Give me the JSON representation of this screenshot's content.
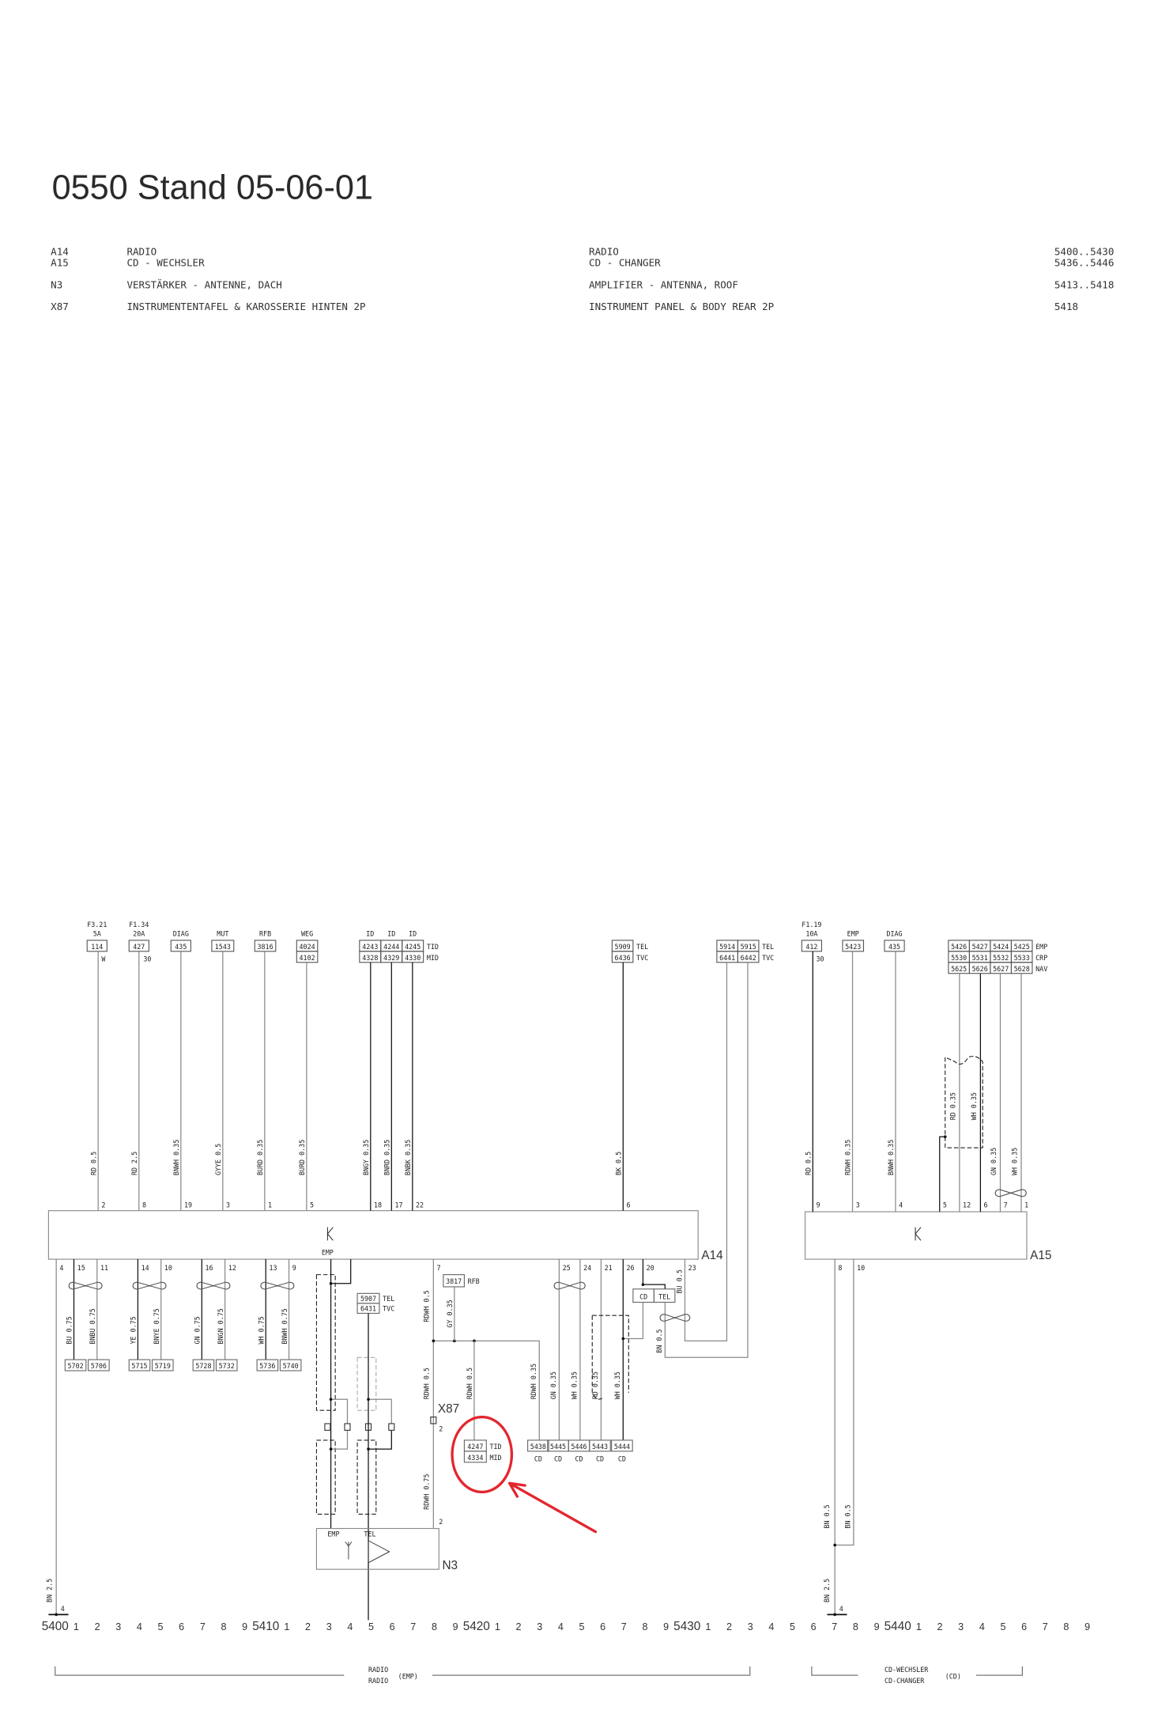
{
  "title": "0550 Stand 05-06-01",
  "legend": [
    {
      "code": "A14",
      "de": "RADIO",
      "en": "RADIO",
      "ref": "5400..5430"
    },
    {
      "code": "A15",
      "de": "CD - WECHSLER",
      "en": "CD - CHANGER",
      "ref": "5436..5446"
    },
    {
      "code": "N3",
      "de": "VERSTÄRKER - ANTENNE, DACH",
      "en": "AMPLIFIER - ANTENNA, ROOF",
      "ref": "5413..5418"
    },
    {
      "code": "X87",
      "de": "INSTRUMENTENTAFEL & KAROSSERIE HINTEN 2P",
      "en": "INSTRUMENT PANEL & BODY REAR 2P",
      "ref": "5418"
    }
  ],
  "top_refs": [
    {
      "head": [
        "F3.21",
        "5A"
      ],
      "grid": [
        [
          "114"
        ]
      ],
      "pin": "W"
    },
    {
      "head": [
        "F1.34",
        "20A"
      ],
      "grid": [
        [
          "427"
        ]
      ],
      "pin": "30"
    },
    {
      "head": [
        "DIAG"
      ],
      "grid": [
        [
          "435"
        ]
      ]
    },
    {
      "head": [
        "MUT"
      ],
      "grid": [
        [
          "1543"
        ]
      ]
    },
    {
      "head": [
        "RFB"
      ],
      "grid": [
        [
          "3816"
        ]
      ]
    },
    {
      "head": [
        "WEG"
      ],
      "grid": [
        [
          "4024"
        ],
        [
          "4102"
        ]
      ]
    },
    {
      "head": [
        "ID",
        "ID",
        "ID"
      ],
      "grid": [
        [
          "4243",
          "4244",
          "4245"
        ],
        [
          "4328",
          "4329",
          "4330"
        ]
      ],
      "rows": [
        "TID",
        "MID"
      ]
    },
    {
      "grid": [
        [
          "5909"
        ],
        [
          "6436"
        ]
      ],
      "rows": [
        "TEL",
        "TVC"
      ]
    },
    {
      "grid": [
        [
          "5914",
          "5915"
        ],
        [
          "6441",
          "6442"
        ]
      ],
      "rows": [
        "TEL",
        "TVC"
      ]
    },
    {
      "head": [
        "F1.19",
        "10A"
      ],
      "grid": [
        [
          "412"
        ]
      ],
      "pin": "30"
    },
    {
      "head": [
        "EMP"
      ],
      "grid": [
        [
          "5423"
        ]
      ]
    },
    {
      "head": [
        "DIAG"
      ],
      "grid": [
        [
          "435"
        ]
      ]
    },
    {
      "grid": [
        [
          "5426",
          "5427",
          "5424",
          "5425"
        ],
        [
          "5530",
          "5531",
          "5532",
          "5533"
        ],
        [
          "5625",
          "5626",
          "5627",
          "5628"
        ]
      ],
      "rows": [
        "EMP",
        "CRP",
        "NAV"
      ]
    }
  ],
  "a14": {
    "label": "A14",
    "symbol_label": "EMP",
    "top_pins": [
      "2",
      "8",
      "19",
      "3",
      "1",
      "5",
      "18",
      "17",
      "22",
      "6"
    ],
    "top_wires": [
      "RD 0.5",
      "RD 2.5",
      "BNWH 0.35",
      "GYYE 0.5",
      "BURD 0.35",
      "BURD 0.35",
      "BNGY 0.35",
      "BNRD 0.35",
      "BNBK 0.35",
      "BK 0.5"
    ],
    "bottom_pins": [
      "4",
      "15",
      "11",
      "14",
      "10",
      "16",
      "12",
      "13",
      "9",
      "7",
      "25",
      "24",
      "21",
      "26",
      "20",
      "23"
    ],
    "bottom_wires": [
      "BU 0.75",
      "BNBU 0.75",
      "YE 0.75",
      "BNYE 0.75",
      "GN 0.75",
      "BNGN 0.75",
      "WH 0.75",
      "BNWH 0.75"
    ]
  },
  "a15": {
    "label": "A15",
    "top_pins": [
      "9",
      "3",
      "4",
      "5",
      "12",
      "6",
      "7",
      "1"
    ],
    "top_wires": [
      "RD 0.5",
      "RDWH 0.35",
      "BNWH 0.35",
      "RD 0.35",
      "WH 0.35",
      "GN 0.35",
      "WH 0.35"
    ],
    "bottom_pins": [
      "8",
      "10"
    ],
    "bottom_wires": [
      "BN 0.5",
      "BN 0.5",
      "BN 2.5"
    ]
  },
  "ground": {
    "left_wire": "BN 2.5",
    "left_pin": "4",
    "right_pin": "4"
  },
  "speaker_refs": [
    [
      "5702",
      "5706"
    ],
    [
      "5715",
      "5719"
    ],
    [
      "5728",
      "5732"
    ],
    [
      "5736",
      "5740"
    ]
  ],
  "antenna_ref": {
    "codes": [
      "5907",
      "6431"
    ],
    "rows": [
      "TEL",
      "TVC"
    ]
  },
  "x87": {
    "label": "X87",
    "pin_top": "2",
    "pin_bottom": "2",
    "wires": [
      "RDWH 0.5",
      "RDWH 0.5",
      "RDWH 0.75"
    ]
  },
  "rfb": {
    "code": "3817",
    "label": "RFB",
    "wire": "GY 0.35"
  },
  "tid_mid": {
    "codes": [
      "4247",
      "4334"
    ],
    "rows": [
      "TID",
      "MID"
    ],
    "wire": "RDWH 0.5"
  },
  "cd_refs": {
    "codes": [
      "5438",
      "5445",
      "5446",
      "5443",
      "5444"
    ],
    "label": "CD",
    "wires": [
      "RDWH 0.35",
      "GN 0.35",
      "WH 0.35",
      "RD 0.35",
      "WH 0.35"
    ]
  },
  "cd_tel": {
    "cells": [
      "CD",
      "TEL"
    ],
    "wires": [
      "BU 0.5",
      "BN 0.5"
    ]
  },
  "n3": {
    "label": "N3",
    "emp": "EMP",
    "tel": "TEL"
  },
  "scale": {
    "groups": [
      "5400",
      "5410",
      "5420",
      "5430",
      "5440"
    ],
    "digits": [
      "1",
      "2",
      "3",
      "4",
      "5",
      "6",
      "7",
      "8",
      "9"
    ]
  },
  "brackets": [
    {
      "line1": "RADIO",
      "line2": "RADIO",
      "code": "(EMP)"
    },
    {
      "line1": "CD-WECHSLER",
      "line2": "CD-CHANGER",
      "code": "(CD)"
    }
  ],
  "annotation": {
    "color": "#e3262e"
  }
}
